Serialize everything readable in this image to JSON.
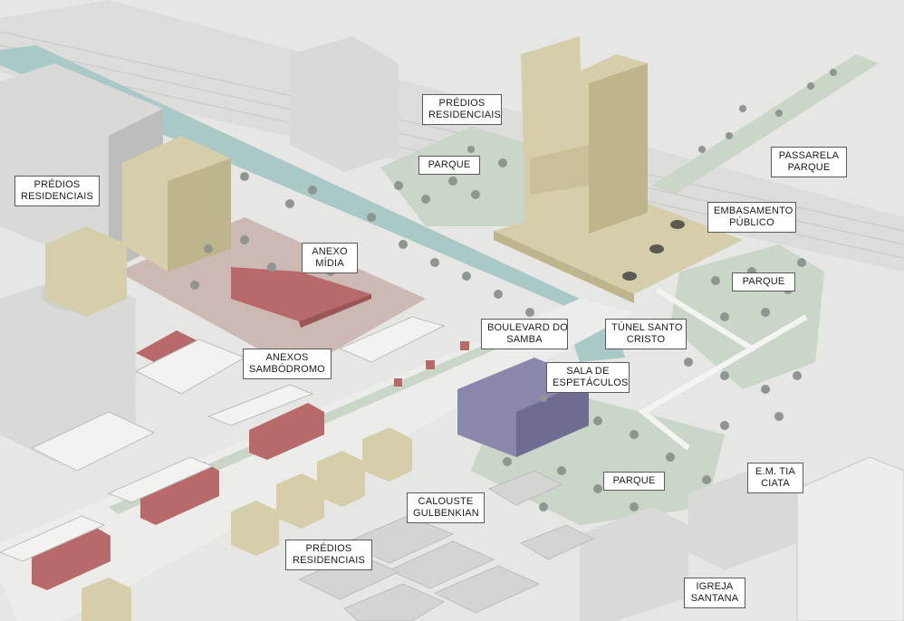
{
  "labels": {
    "predios_residenciais_top": [
      "PRÉDIOS",
      "RESIDENCIAIS"
    ],
    "parque_top": [
      "PARQUE"
    ],
    "passarela_parque": [
      "PASSARELA",
      "PARQUE"
    ],
    "predios_residenciais_left": [
      "PRÉDIOS",
      "RESIDENCIAIS"
    ],
    "embasamento_publico": [
      "EMBASAMENTO",
      "PÚBLICO"
    ],
    "anexo_midia": [
      "ANEXO",
      "MÍDIA"
    ],
    "parque_right": [
      "PARQUE"
    ],
    "boulevard_do_samba": [
      "BOULEVARD DO",
      "SAMBA"
    ],
    "tunel_santo_cristo": [
      "TÚNEL SANTO",
      "CRISTO"
    ],
    "anexos_sambodromo": [
      "ANEXOS",
      "SAMBÓDROMO"
    ],
    "sala_de_espetaculos": [
      "SALA DE",
      "ESPETÁCULOS"
    ],
    "parque_bottom": [
      "PARQUE"
    ],
    "em_tia_ciata": [
      "E.M. TIA",
      "CIATA"
    ],
    "calouste_gulbenkian": [
      "CALOUSTE",
      "GULBENKIAN"
    ],
    "predios_residenciais_bottom": [
      "PRÉDIOS",
      "RESIDENCIAIS"
    ],
    "igreja_santana": [
      "IGREJA",
      "SANTANA"
    ]
  },
  "colors": {
    "ground": "#e6e6e4",
    "building": "#d9d9d7",
    "building_side": "#bdbdbb",
    "park": "#c9d6c8",
    "residential": "#d6ceaa",
    "residential_side": "#bfb58d",
    "annex": "#b86a6a",
    "annex_side": "#9c5555",
    "hall": "#8a87ad",
    "hall_side": "#6f6c92",
    "plaza": "#cdb9b4",
    "water": "#a9c9c6",
    "tree": "#8f958f"
  }
}
